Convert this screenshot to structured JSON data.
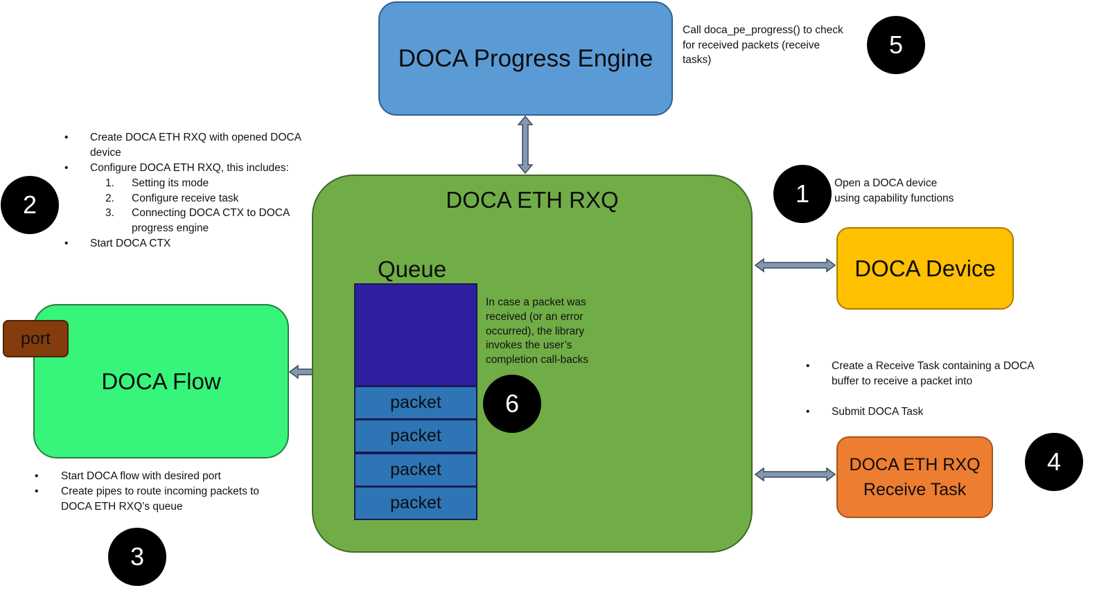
{
  "boxes": {
    "progress_engine": "DOCA Progress Engine",
    "eth_rxq": "DOCA ETH RXQ",
    "device": "DOCA Device",
    "receive_task_line1": "DOCA ETH RXQ",
    "receive_task_line2": "Receive Task",
    "flow": "DOCA Flow",
    "port": "port",
    "queue": "Queue",
    "packets": [
      "packet",
      "packet",
      "packet",
      "packet"
    ]
  },
  "badges": [
    "1",
    "2",
    "3",
    "4",
    "5",
    "6"
  ],
  "notes": {
    "step1_line1": "Open a DOCA device",
    "step1_line2": "using capability functions",
    "step5_line1": "Call doca_pe_progress() to check",
    "step5_line2": "for received packets (receive",
    "step5_line3": "tasks)",
    "step6_line1": "In case a packet was",
    "step6_line2": "received (or an error",
    "step6_line3": "occurred), the library",
    "step6_line4": "invokes the user’s",
    "step6_line5": "completion call-backs",
    "step2": {
      "b1_line1": "Create DOCA ETH RXQ with opened DOCA",
      "b1_line2": "device",
      "b2": "Configure DOCA ETH RXQ, this includes:",
      "n1_num": "1.",
      "n1": "Setting its mode",
      "n2_num": "2.",
      "n2": "Configure receive task",
      "n3_num": "3.",
      "n3_line1": "Connecting DOCA CTX to DOCA",
      "n3_line2": "progress engine",
      "b3": "Start DOCA CTX"
    },
    "step3": {
      "b1": "Start DOCA flow with desired port",
      "b2_line1": "Create pipes to route incoming packets to",
      "b2_line2": "DOCA ETH RXQ’s queue"
    },
    "step4": {
      "b1_line1": "Create a Receive Task containing a DOCA",
      "b1_line2": "buffer to receive a packet into",
      "b2": "Submit DOCA Task"
    },
    "bullet": "•"
  },
  "colors": {
    "progress_engine": "#5b9bd5",
    "eth_rxq": "#70ad47",
    "device": "#ffc000",
    "receive_task": "#ed7d31",
    "flow": "#36f57a",
    "port": "#843c0c",
    "queue": "#2e1f9e",
    "packet": "#2e75b6",
    "arrow": "#8497b0"
  }
}
